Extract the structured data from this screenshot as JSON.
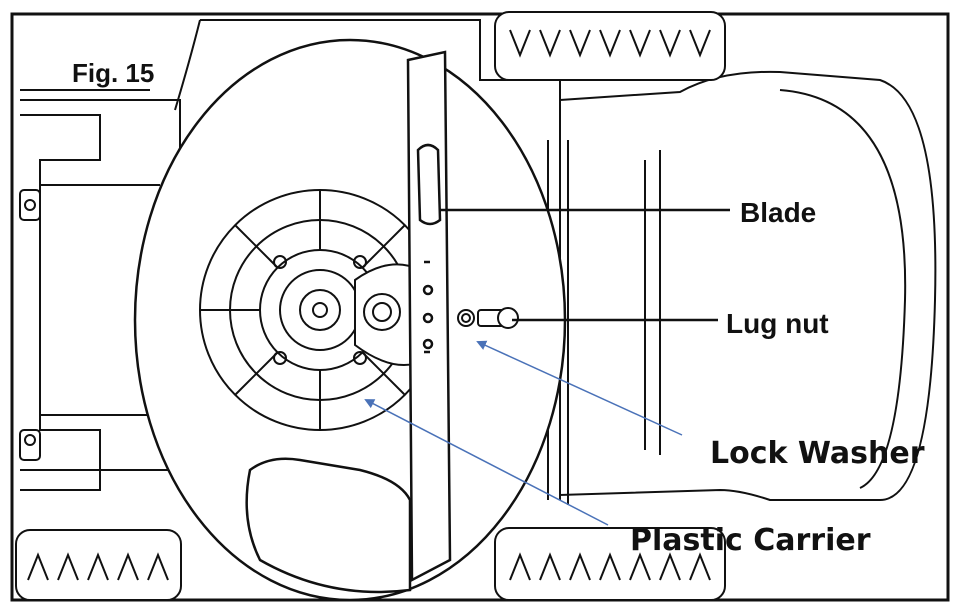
{
  "figure": {
    "caption": "Fig. 15",
    "labels": {
      "blade": "Blade",
      "lug_nut": "Lug nut",
      "lock_washer": "Lock Washer",
      "plastic_carrier": "Plastic Carrier"
    },
    "colors": {
      "line": "#111111",
      "arrow": "#4a72b8",
      "background": "#ffffff"
    }
  }
}
